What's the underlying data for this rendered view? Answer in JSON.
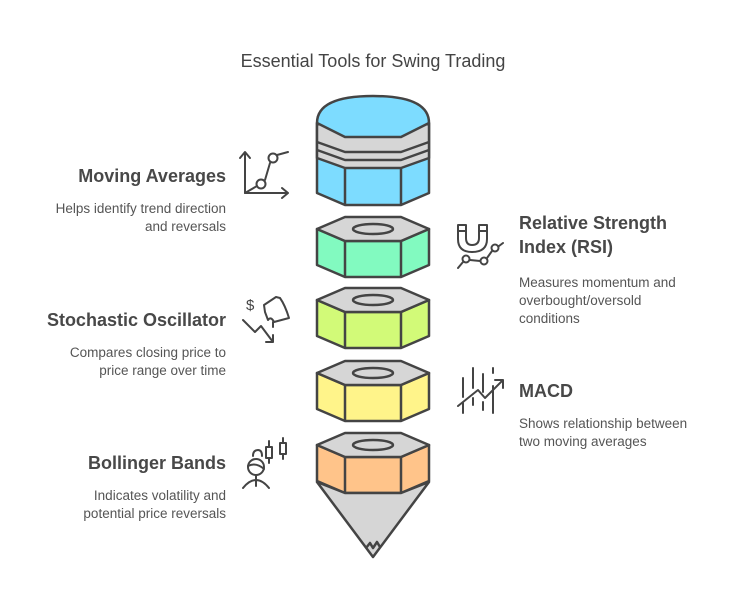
{
  "title": "Essential Tools for Swing Trading",
  "colors": {
    "cap": "#7ddcff",
    "rsi": "#82fac0",
    "stochastic": "#d2fa78",
    "macd": "#fff48a",
    "bollinger": "#ffc48a",
    "gray": "#d6d6d6",
    "outline": "#444444"
  },
  "tools": [
    {
      "name": "Moving Averages",
      "icon": "line-chart-icon",
      "desc": [
        "Helps identify trend direction",
        "and reversals"
      ]
    },
    {
      "name": [
        "Relative Strength",
        "Index (RSI)"
      ],
      "icon": "magnet-trend-icon",
      "desc": [
        "Measures momentum and",
        "overbought/oversold",
        "conditions"
      ]
    },
    {
      "name": "Stochastic Oscillator",
      "icon": "dollar-bell-icon",
      "desc": [
        "Compares closing price to",
        "price range over time"
      ]
    },
    {
      "name": "MACD",
      "icon": "macd-arrow-icon",
      "desc": [
        "Shows relationship between",
        "two moving averages"
      ]
    },
    {
      "name": "Bollinger Bands",
      "icon": "trader-candlestick-icon",
      "desc": [
        "Indicates volatility and",
        "potential price reversals"
      ]
    }
  ]
}
